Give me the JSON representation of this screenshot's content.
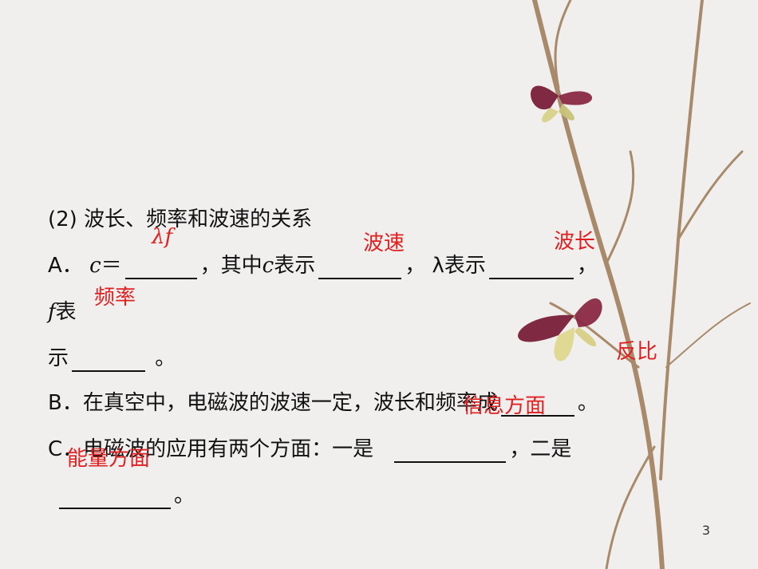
{
  "question": {
    "heading": "(2) 波长、频率和波速的关系",
    "lineA": {
      "prefix": "A．",
      "c": "c",
      "eq": "＝",
      "mid1": "，其中",
      "c2": "c",
      "mid2": "表示",
      "comma1": "，",
      "lambda": "λ",
      "mid3": "表示",
      "comma2": "，"
    },
    "lineA2": {
      "f": "f",
      "rest": "表"
    },
    "lineA3": {
      "prefix": "示",
      "end": "。"
    },
    "lineB": {
      "text": "B．在真空中，电磁波的波速一定，波长和频率成",
      "end": "。"
    },
    "lineC": {
      "text": "C．电磁波的应用有两个方面：一是",
      "mid": "，二是"
    },
    "lineC2": {
      "end": "。"
    }
  },
  "answers": {
    "a1": "λf",
    "a2": "波速",
    "a3": "波长",
    "a4": "频率",
    "a5": "反比",
    "a6": "信息方面",
    "a7": "能量方面"
  },
  "page_number": "3",
  "colors": {
    "answer": "#e02020",
    "background": "#f1efee"
  }
}
